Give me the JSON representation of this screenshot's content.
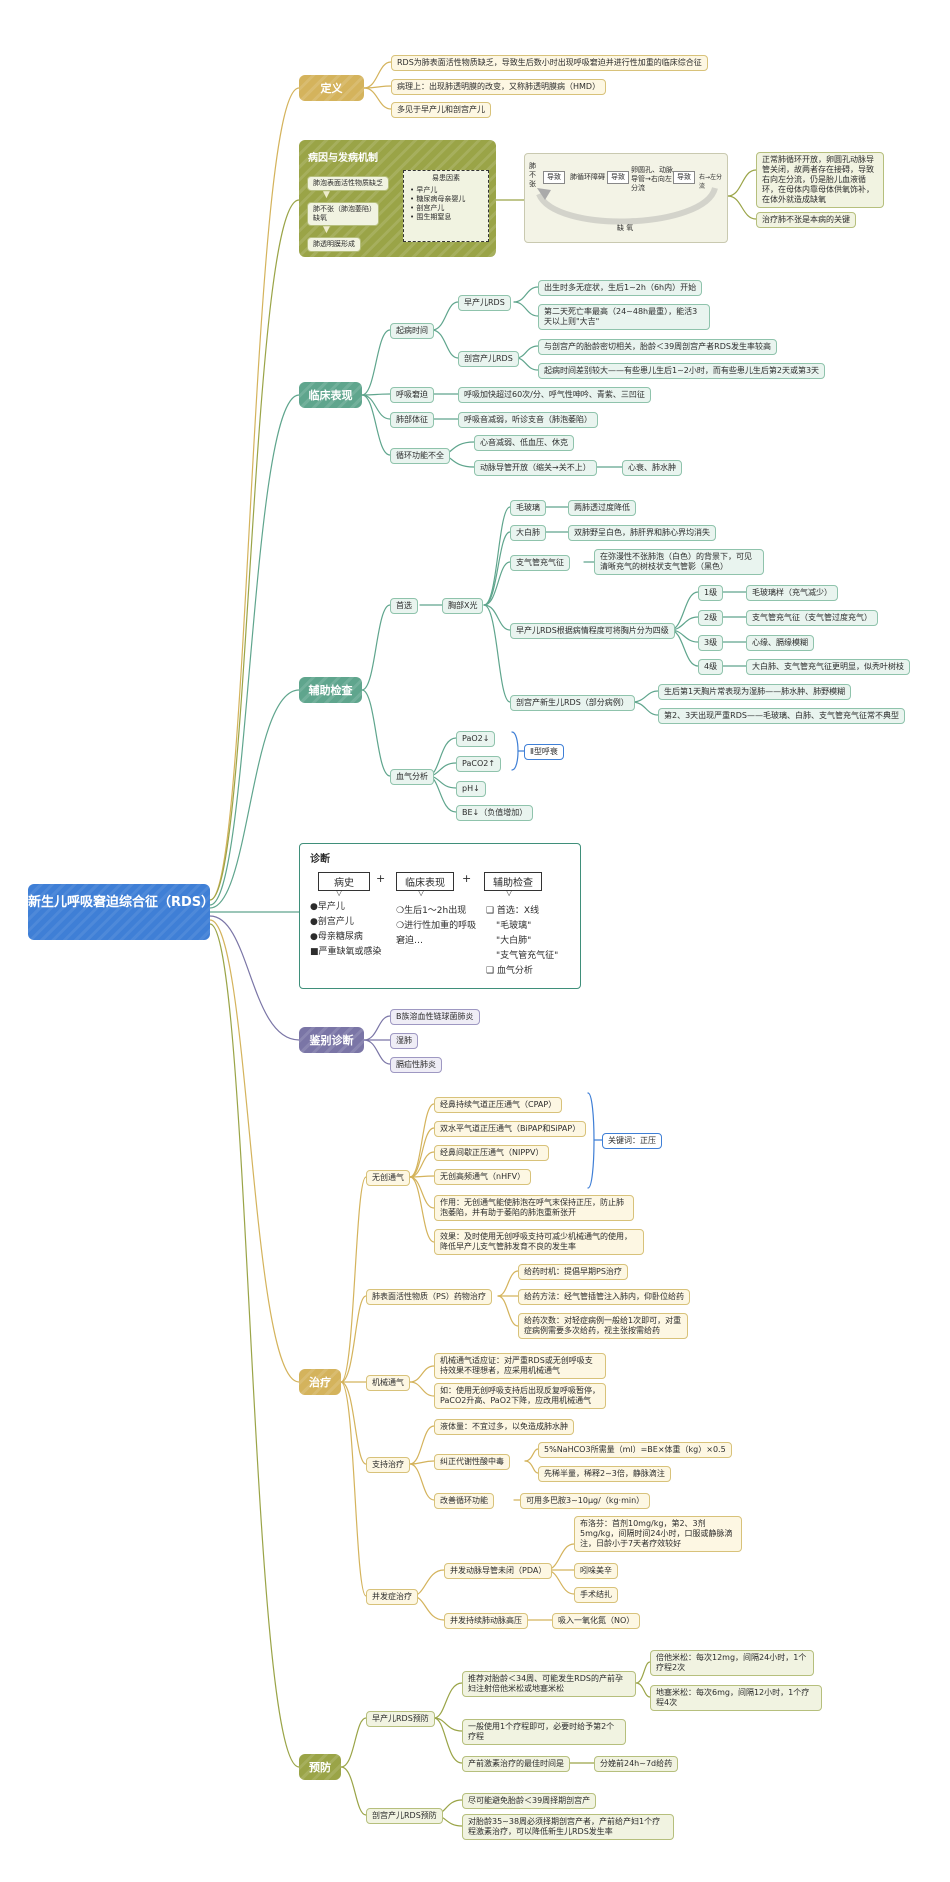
{
  "root": "新生儿呼吸窘迫综合征（RDS）",
  "definition": {
    "title": "定义",
    "items": [
      "RDS为肺表面活性物质缺乏，导致生后数小时出现呼吸窘迫并进行性加重的临床综合征",
      "病理上：出现肺透明膜的改变，又称肺透明膜病（HMD）",
      "多见于早产儿和剖宫产儿"
    ]
  },
  "etiology": {
    "title": "病因与发病机制",
    "chain": [
      "肺泡表面活性物质缺乏",
      "肺不张（肺泡萎陷）缺氧",
      "肺透明膜形成"
    ],
    "risk_title": "易患因素",
    "risks": [
      "早产儿",
      "糖尿病母亲婴儿",
      "剖宫产儿",
      "围生期窒息"
    ],
    "cycle": {
      "left": "肺不张",
      "steps": [
        "导致",
        "肺循环障碍",
        "导致",
        "卵圆孔、动脉导管→右向左分流",
        "导致",
        "右→左分流"
      ],
      "bottom": "缺 氧"
    },
    "notes": [
      "正常肺循环开放，卵圆孔动脉导管关闭，故两者存在接碍，导致右向左分流，仍是胎儿血液循环，在母体内靠母体供氧饰补，在体外就造成缺氧",
      "治疗肺不张是本病的关键"
    ]
  },
  "clinical": {
    "title": "临床表现",
    "onset": "起病时间",
    "preterm": "早产儿RDS",
    "preterm_items": [
      "出生时多无症状，生后1~2h（6h内）开始",
      "第二天死亡率最高（24~48h最重），能活3天以上则\"大吉\""
    ],
    "csection": "剖宫产儿RDS",
    "csection_items": [
      "与剖宫产的胎龄密切相关，胎龄＜39周剖宫产者RDS发生率较高",
      "起病时间差别较大——有些患儿生后1~2小时，而有些患儿生后第2天或第3天"
    ],
    "resp": "呼吸窘迫",
    "resp_item": "呼吸加快超过60次/分、呼气性呻吟、青紫、三凹征",
    "lung": "肺部体征",
    "lung_item": "呼吸音减弱，听诊支音（肺泡萎陷）",
    "circ": "循环功能不全",
    "circ_items": [
      "心音减弱、低血压、休克",
      "动脉导管开放（缩关→关不上）"
    ],
    "circ_end": "心衰、肺水肿"
  },
  "exam": {
    "title": "辅助检查",
    "first": "首选",
    "xray": "胸部X光",
    "signs": [
      {
        "name": "毛玻璃",
        "desc": "两肺透过度降低"
      },
      {
        "name": "大白肺",
        "desc": "双肺野呈白色，肺肝界和肺心界均消失"
      },
      {
        "name": "支气管充气征",
        "desc": "在弥漫性不张肺泡（白色）的背景下，可见清晰充气的树枝状支气管影（黑色）"
      }
    ],
    "grading": "早产儿RDS根据病情程度可将胸片分为四级",
    "grades": [
      {
        "level": "1级",
        "desc": "毛玻璃样（充气减少）"
      },
      {
        "level": "2级",
        "desc": "支气管充气征（支气管过度充气）"
      },
      {
        "level": "3级",
        "desc": "心缘、膈缘模糊"
      },
      {
        "level": "4级",
        "desc": "大白肺、支气管充气征更明显，似秃叶树枝"
      }
    ],
    "cs_rds": "剖宫产新生儿RDS（部分病例）",
    "cs_items": [
      "生后第1天胸片常表现为湿肺——肺水肿、肺野模糊",
      "第2、3天出现严重RDS——毛玻璃、白肺、支气管充气征常不典型"
    ],
    "abg": "血气分析",
    "abg_items": [
      "PaO2↓",
      "PaCO2↑",
      "pH↓",
      "BE↓（负值增加）"
    ],
    "abg_note": "Ⅱ型呼衰"
  },
  "diagnosis": {
    "title": "诊断",
    "cols": [
      "病史",
      "临床表现",
      "辅助检查"
    ],
    "plus": "+",
    "history": [
      "●早产儿",
      "●剖宫产儿",
      "●母亲糖尿病",
      "■严重缺氧或感染"
    ],
    "symptoms": [
      "❍生后1～2h出现",
      "❍进行性加重的呼吸窘迫…"
    ],
    "tests": [
      "❑ 首选：X线",
      "\"毛玻璃\"",
      "\"大白肺\"",
      "\"支气管充气征\"",
      "❑ 血气分析"
    ]
  },
  "differential": {
    "title": "鉴别诊断",
    "items": [
      "B族溶血性链球菌肺炎",
      "湿肺",
      "膈疝性肺炎"
    ]
  },
  "treatment": {
    "title": "治疗",
    "niv": "无创通气",
    "niv_items": [
      "经鼻持续气道正压通气（CPAP）",
      "双水平气道正压通气（BiPAP和SiPAP）",
      "经鼻间歇正压通气（NIPPV）",
      "无创高频通气（nHFV）"
    ],
    "niv_key": "关键词：正压",
    "niv_effect": "作用：无创通气能使肺泡在呼气末保持正压，防止肺泡萎陷，并有助于萎陷的肺泡重新张开",
    "niv_result": "效果：及时使用无创呼吸支持可减少机械通气的使用，降低早产儿支气管肺发育不良的发生率",
    "ps": "肺表面活性物质（PS）药物治疗",
    "ps_items": [
      "给药时机：提倡早期PS治疗",
      "给药方法：经气管插管注入肺内，仰卧位给药",
      "给药次数：对轻症病例一般给1次即可，对重症病例需要多次给药，视主张按需给药"
    ],
    "mv": "机械通气",
    "mv_items": [
      "机械通气适应证：对严重RDS或无创呼吸支持效果不理想者，应采用机械通气",
      "如：使用无创呼吸支持后出现反复呼吸暂停，PaCO2升高、PaO2下降，应改用机械通气"
    ],
    "support": "支持治疗",
    "support_items": [
      "液体量：不宜过多，以免造成肺水肿",
      "纠正代谢性酸中毒",
      "改善循环功能"
    ],
    "acid_items": [
      "5%NaHCO3所需量（ml）=BE×体重（kg）×0.5",
      "先稀半量，稀释2~3倍，静脉滴注"
    ],
    "circ_drug": "可用多巴胺3~10μg/（kg·min）",
    "comp": "并发症治疗",
    "pda": "并发动脉导管未闭（PDA）",
    "pda_items": [
      "布洛芬：首剂10mg/kg，第2、3剂5mg/kg，间隔时间24小时，口服或静脉滴注，日龄小于7天者疗效较好",
      "吲哚美辛",
      "手术结扎"
    ],
    "pph": "并发持续肺动脉高压",
    "pph_item": "吸入一氧化氮（NO）"
  },
  "prevention": {
    "title": "预防",
    "preterm": "早产儿RDS预防",
    "pre_main": "推荐对胎龄＜34周、可能发生RDS的产前孕妇注射倍他米松或地塞米松",
    "drugs": [
      "倍他米松：每次12mg，间隔24小时，1个疗程2次",
      "地塞米松：每次6mg，间隔12小时，1个疗程4次"
    ],
    "course": "一般使用1个疗程即可，必要时给予第2个疗程",
    "timing": "产前激素治疗的最佳时间是",
    "timing_val": "分娩前24h~7d给药",
    "cs": "剖宫产儿RDS预防",
    "cs_items": [
      "尽可能避免胎龄＜39周择期剖宫产",
      "对胎龄35~38周必须择期剖宫产者，产前给产妇1个疗程激素治疗，可以降低新生儿RDS发生率"
    ]
  },
  "colors": {
    "root": "#3f7fd6",
    "yellow": "#d4b35c",
    "olive": "#9aa447",
    "teal": "#5fa58d",
    "purple": "#7a75a6"
  }
}
